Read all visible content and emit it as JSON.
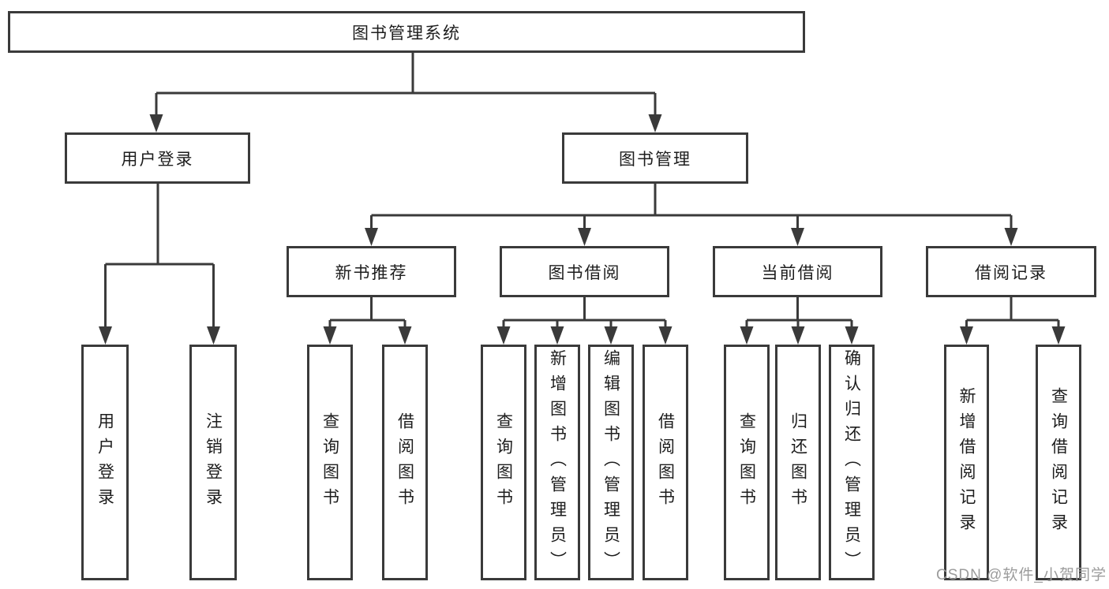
{
  "colors": {
    "line": "#3a3a3a",
    "text": "#1d1d1d",
    "background": "#ffffff",
    "watermark": "#9c9c9c"
  },
  "watermark": {
    "text": "CSDN @软件_小贺同学"
  },
  "diagram": {
    "root": {
      "label": "图书管理系统"
    },
    "branches": [
      {
        "label": "用户登录",
        "children": [
          {
            "label": "用户登录"
          },
          {
            "label": "注销登录"
          }
        ]
      },
      {
        "label": "图书管理",
        "sections": [
          {
            "label": "新书推荐",
            "children": [
              {
                "label": "查询图书"
              },
              {
                "label": "借阅图书"
              }
            ]
          },
          {
            "label": "图书借阅",
            "children": [
              {
                "label": "查询图书"
              },
              {
                "label": "新增图书（管理员）"
              },
              {
                "label": "编辑图书（管理员）"
              },
              {
                "label": "借阅图书"
              }
            ]
          },
          {
            "label": "当前借阅",
            "children": [
              {
                "label": "查询图书"
              },
              {
                "label": "归还图书"
              },
              {
                "label": "确认归还（管理员）"
              }
            ]
          },
          {
            "label": "借阅记录",
            "children": [
              {
                "label": "新增借阅记录"
              },
              {
                "label": "查询借阅记录"
              }
            ]
          }
        ]
      }
    ]
  }
}
